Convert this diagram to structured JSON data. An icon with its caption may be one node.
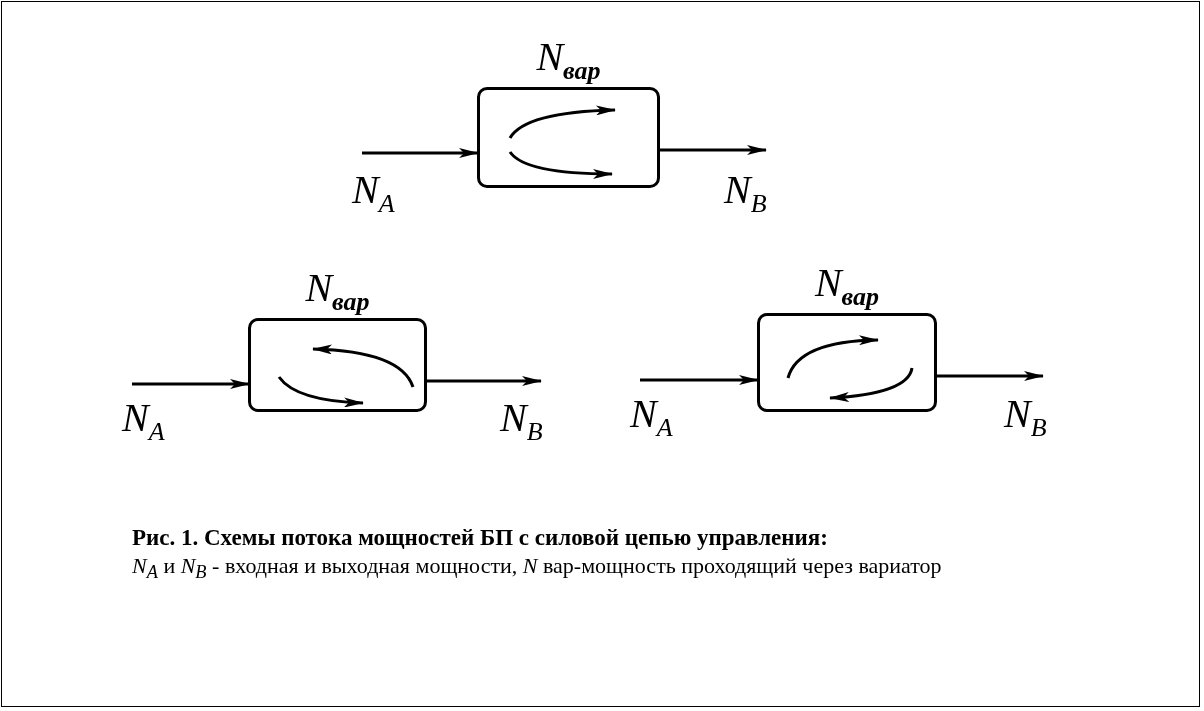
{
  "diagram": {
    "caption": "Рис. 1. Схемы потока мощностей БП с силовой цепью управления:",
    "nodes": [
      {
        "text": [
          "N$_{вар}$"
        ]
      },
      {
        "text": [
          "N$_{вар}$"
        ]
      },
      {
        "text": [
          "N$_{вар}$"
        ]
      }
    ],
    "edges": [
      {
        "from": null,
        "to": 0,
        "arrow": "to",
        "label": "N$_{A}$"
      },
      {
        "from": 0,
        "to": null,
        "arrow": "to",
        "label": "N$_{B}$"
      },
      {
        "from": null,
        "to": 1,
        "arrow": "to",
        "label": "N$_{A}$"
      },
      {
        "from": 1,
        "to": null,
        "arrow": "to",
        "label": "N$_{B}$"
      },
      {
        "from": null,
        "to": 2,
        "arrow": "to",
        "label": "N$_{A}$"
      },
      {
        "from": 2,
        "to": null,
        "arrow": "to",
        "label": "N$_{B}$"
      }
    ],
    "labels": [
      "*N$_{A}$* и *N$_{B}$* - входная и выходная мощности, *N* вар-мощность проходящий через вариатор"
    ]
  }
}
